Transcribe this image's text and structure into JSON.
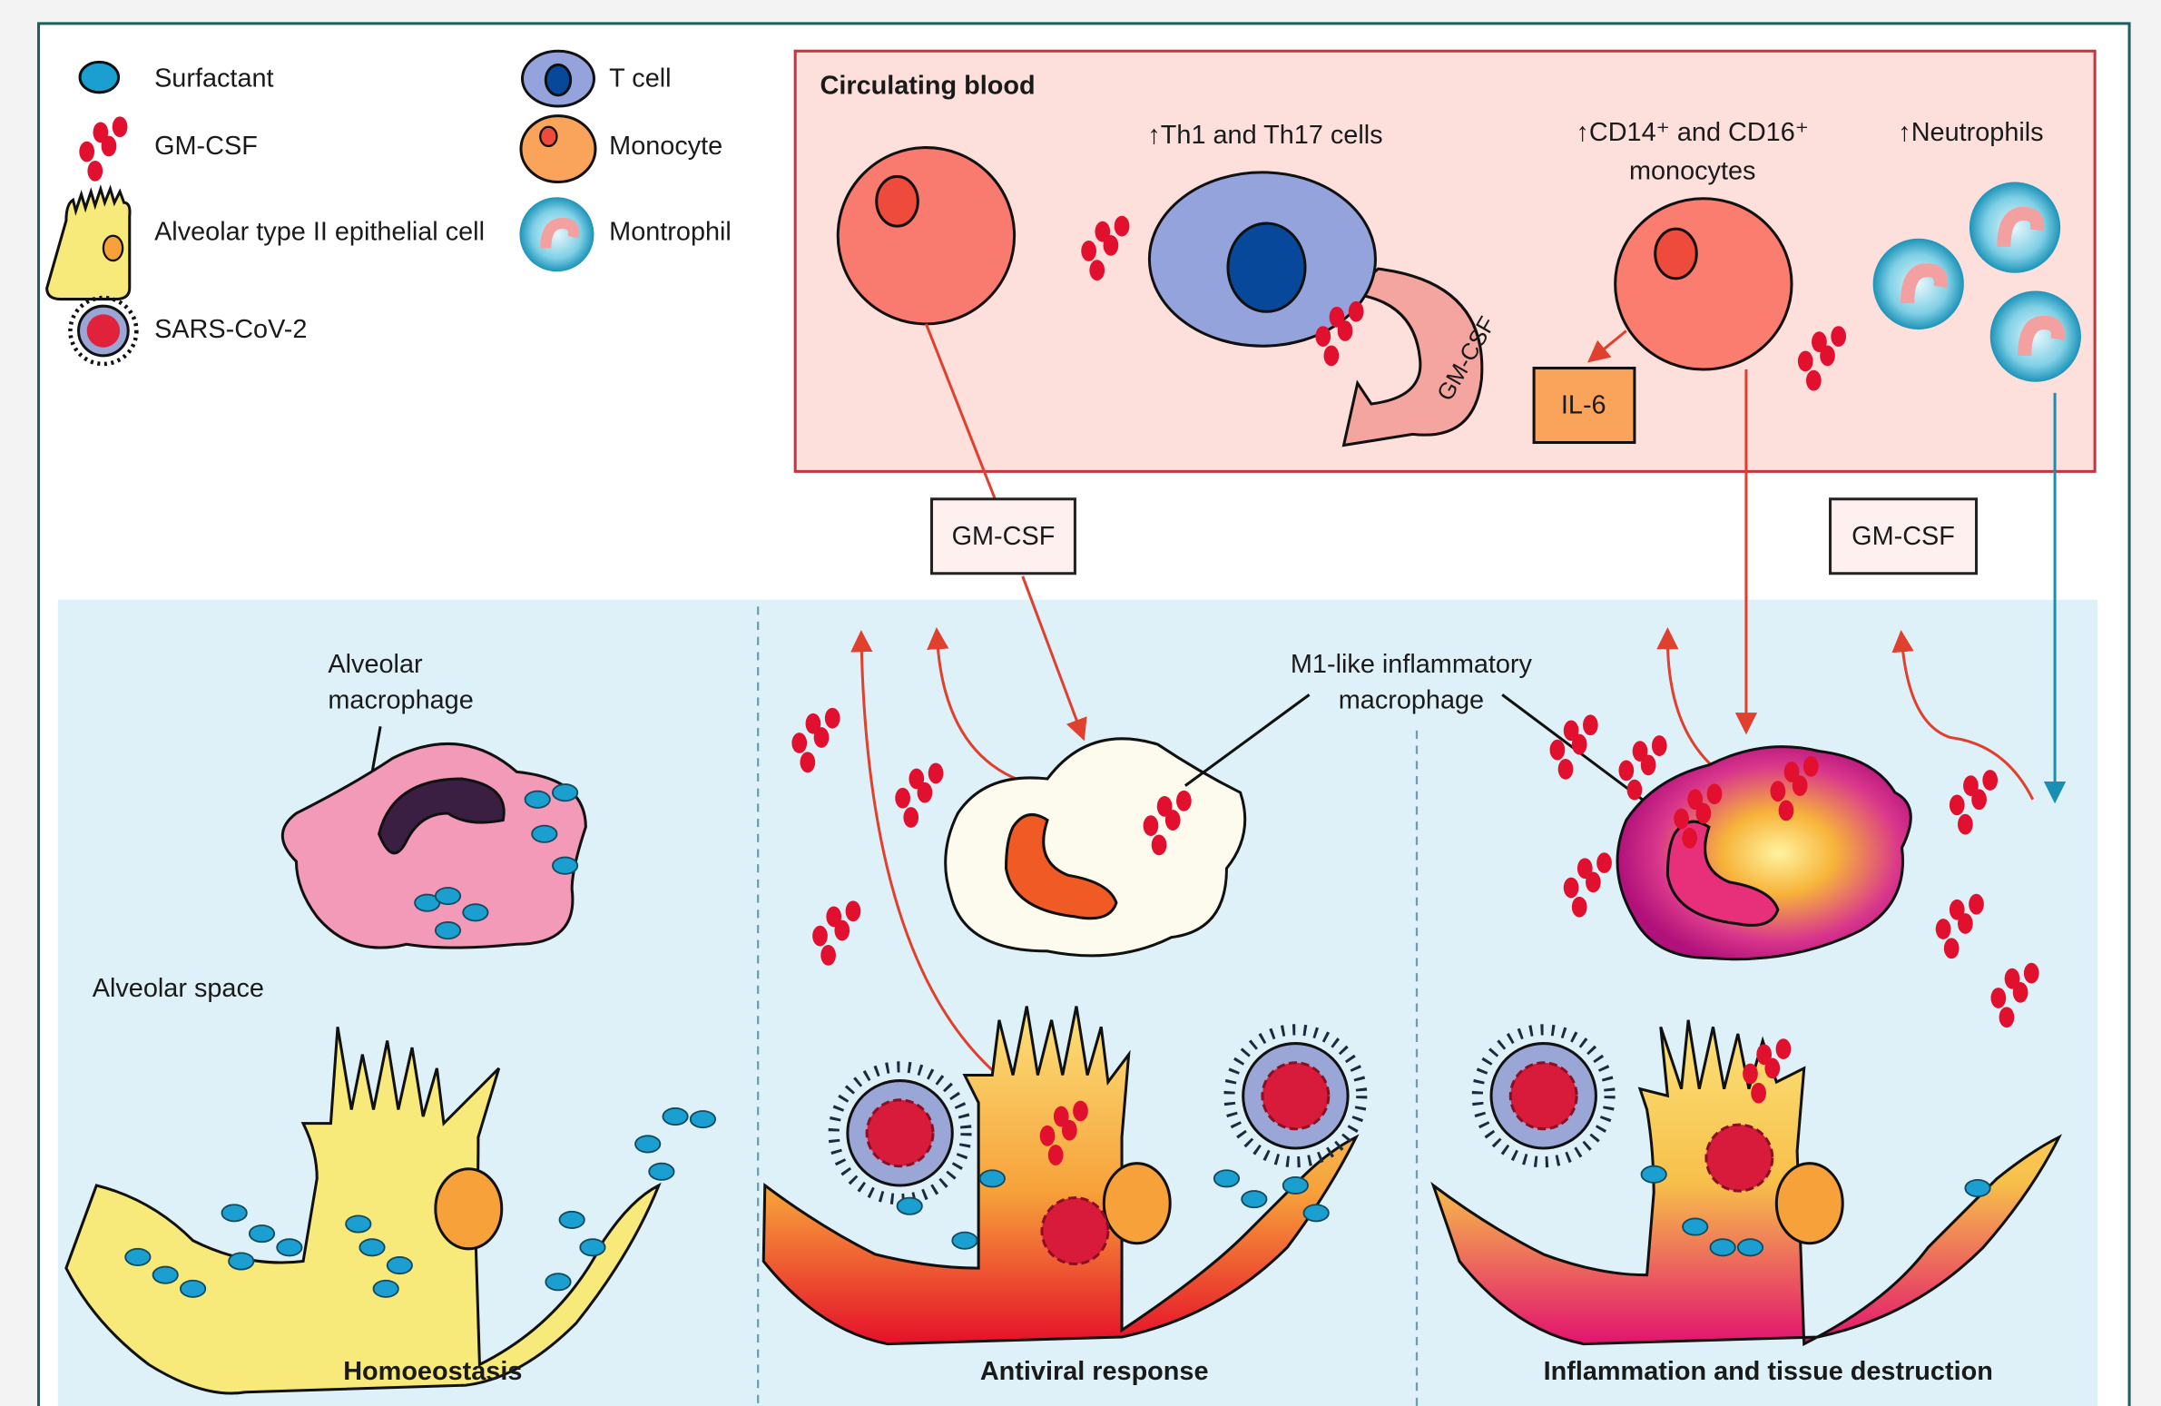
{
  "legend": {
    "surfactant": "Surfactant",
    "gm_csf": "GM-CSF",
    "at2_cell": "Alveolar type II epithelial cell",
    "sars": "SARS-CoV-2",
    "t_cell": "T cell",
    "monocyte": "Monocyte",
    "montrophil": "Montrophil"
  },
  "blood": {
    "title": "Circulating blood",
    "th_label": "↑Th1 and Th17 cells",
    "cd_label_line1": "↑CD14⁺ and CD16⁺",
    "cd_label_line2": "monocytes",
    "neutrophils_label": "↑Neutrophils",
    "il6": "IL-6",
    "arrow_label": "GM-CSF"
  },
  "boxes": {
    "gm_csf_left": "GM-CSF",
    "gm_csf_right": "GM-CSF"
  },
  "alveolar": {
    "macrophage_line1": "Alveolar",
    "macrophage_line2": "macrophage",
    "space": "Alveolar space",
    "m1_line1": "M1-like inflammatory",
    "m1_line2": "macrophage"
  },
  "panels": {
    "homeostasis": "Homoeostasis",
    "antiviral": "Antiviral response",
    "inflammation": "Inflammation and tissue destruction"
  },
  "colors": {
    "frame": "#1f5f5f",
    "blood_bg": "#fde0dc",
    "blood_border": "#c8343e",
    "alveolar_bg": "#dff1f8",
    "gm_csf": "#e0102e",
    "surfactant": "#1a9fd0",
    "t_cell": "#94a3dc",
    "monocyte": "#f9a35b",
    "blood_monocyte": "#f97a6e",
    "epithelial": "#f8ea7a"
  }
}
